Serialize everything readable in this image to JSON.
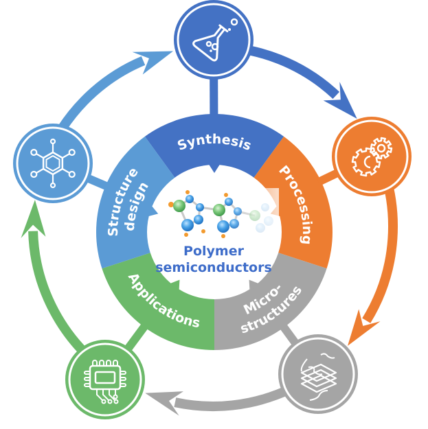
{
  "diagram": {
    "type": "cycle",
    "center": {
      "title_line1": "Polymer",
      "title_line2": "semiconductors",
      "image": "polymer-chain-molecule-icon"
    },
    "stages": [
      {
        "id": "synthesis",
        "label_lines": [
          "Synthesis"
        ],
        "color": "#4472c4",
        "icon": "flask-icon"
      },
      {
        "id": "processing",
        "label_lines": [
          "Processing"
        ],
        "color": "#ed7d31",
        "icon": "gears-icon"
      },
      {
        "id": "microstructures",
        "label_lines": [
          "Micro-",
          "structures"
        ],
        "color": "#a5a5a5",
        "icon": "layered-film-icon"
      },
      {
        "id": "applications",
        "label_lines": [
          "Applications"
        ],
        "color": "#6cb96a",
        "icon": "chip-icon"
      },
      {
        "id": "structure-design",
        "label_lines": [
          "Structure",
          "design"
        ],
        "color": "#5b9bd5",
        "icon": "benzene-ring-icon"
      }
    ],
    "flow": "clockwise"
  }
}
